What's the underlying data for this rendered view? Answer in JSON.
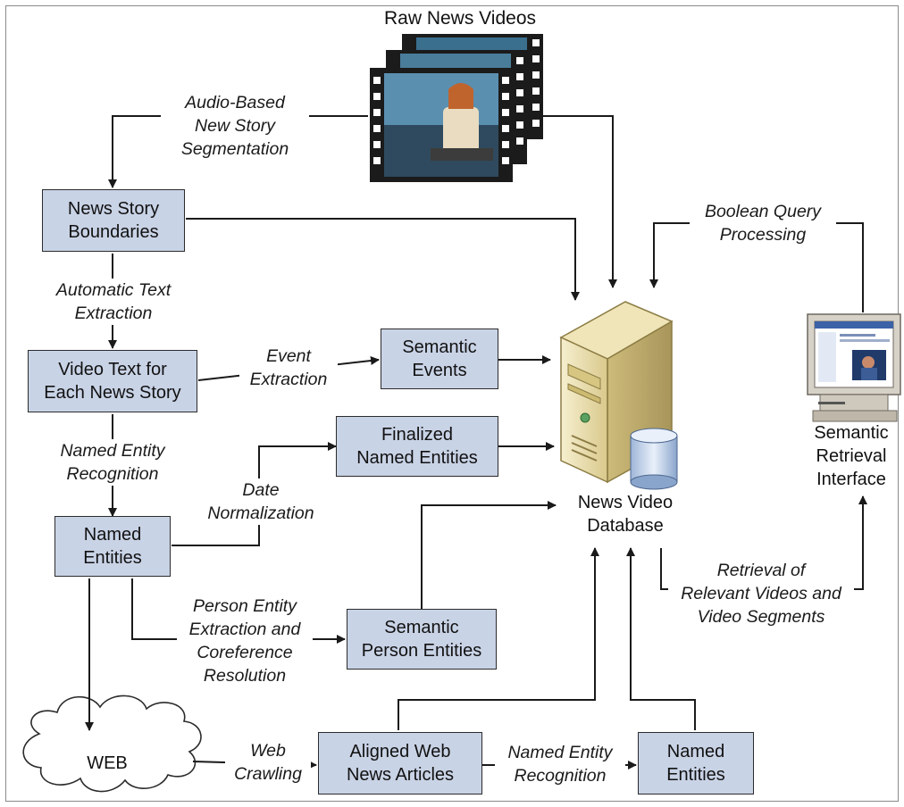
{
  "title": "Raw News Videos",
  "boxes": {
    "story_boundaries": "News Story\nBoundaries",
    "video_text": "Video Text for\nEach News Story",
    "named_entities": "Named\nEntities",
    "semantic_events": "Semantic\nEvents",
    "finalized_entities": "Finalized\nNamed Entities",
    "person_entities": "Semantic\nPerson Entities",
    "aligned_articles": "Aligned Web\nNews Articles",
    "named_entities_web": "Named\nEntities",
    "web": "WEB"
  },
  "labels": {
    "audio_segmentation": "Audio-Based\nNew Story\nSegmentation",
    "text_extraction": "Automatic Text\nExtraction",
    "event_extraction": "Event\nExtraction",
    "ner": "Named Entity\nRecognition",
    "date_norm": "Date\nNormalization",
    "person_extraction": "Person Entity\nExtraction and\nCoreference\nResolution",
    "web_crawling": "Web\nCrawling",
    "ner_web": "Named Entity\nRecognition",
    "boolean_query": "Boolean Query\nProcessing",
    "retrieval": "Retrieval of\nRelevant Videos and\nVideo Segments"
  },
  "database_label": "News Video\nDatabase",
  "interface_label": "Semantic\nRetrieval\nInterface",
  "colors": {
    "box_fill": "#c9d3e6",
    "edge": "#1a1a1a",
    "server": "#e8ddb0"
  }
}
